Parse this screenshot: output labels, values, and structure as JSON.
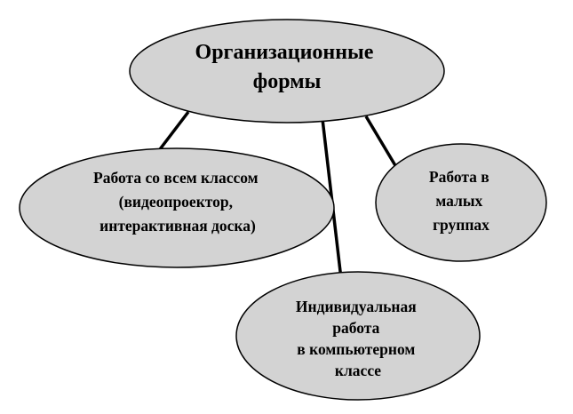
{
  "diagram": {
    "colors": {
      "node_fill": "#d3d3d3",
      "node_stroke": "#000000",
      "connector": "#000000",
      "background": "#ffffff"
    },
    "root": {
      "lines": [
        "Организационные",
        "формы"
      ]
    },
    "children": [
      {
        "id": "whole-class",
        "lines": [
          "Работа со всем классом",
          "(видеопроектор,",
          "интерактивная доска)"
        ]
      },
      {
        "id": "individual",
        "lines": [
          "Индивидуальная",
          "работа",
          "в компьютерном",
          "классе"
        ]
      },
      {
        "id": "small-groups",
        "lines": [
          "Работа в",
          "малых",
          "группах"
        ]
      }
    ]
  }
}
